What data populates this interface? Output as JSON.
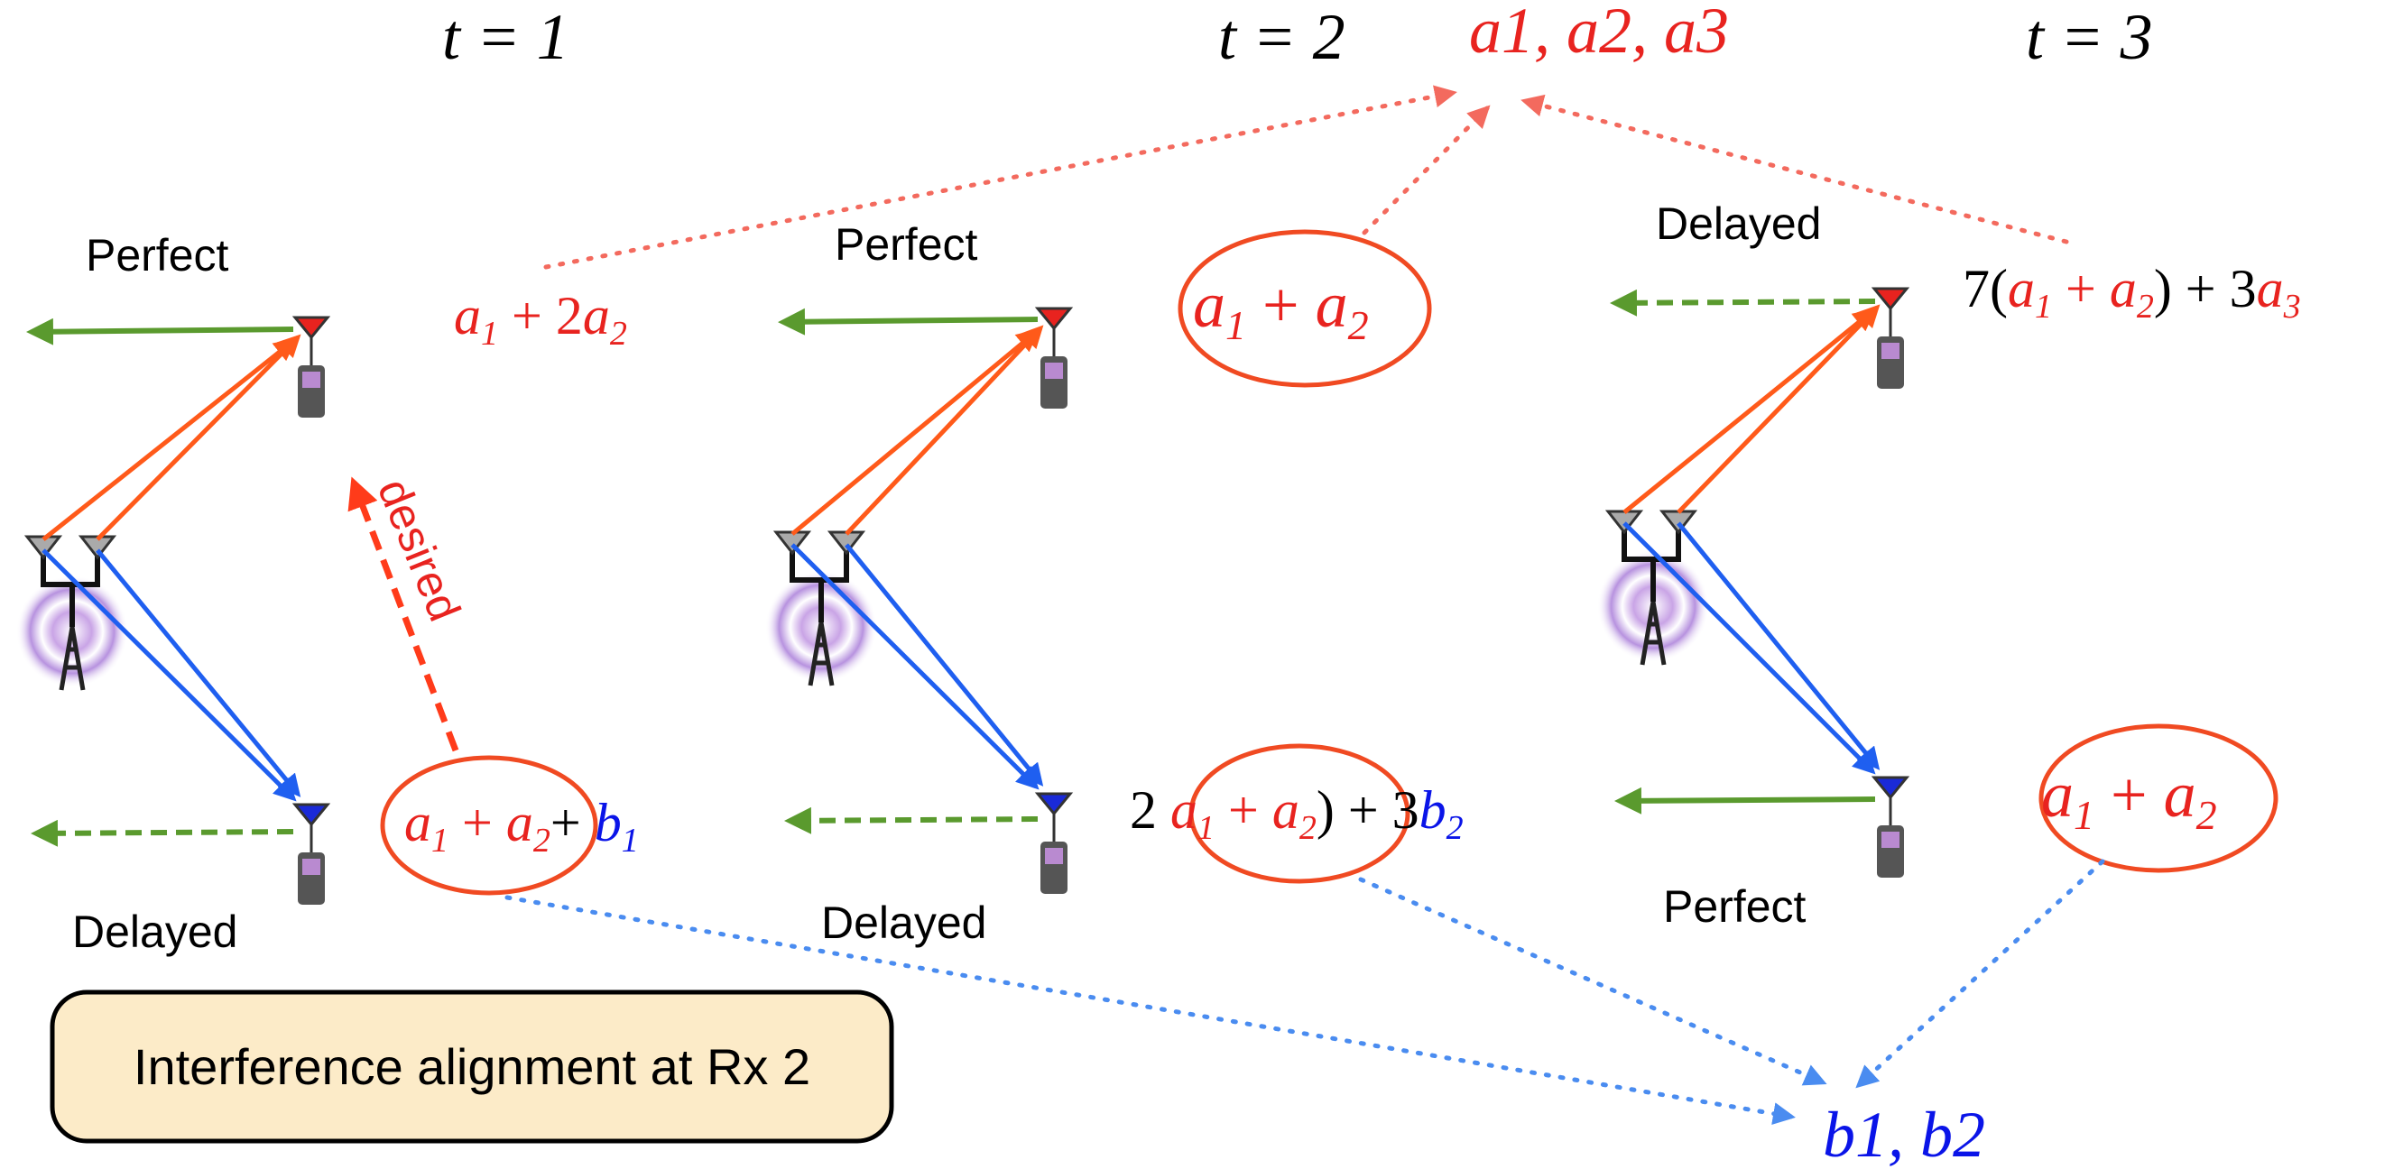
{
  "time_labels": [
    "t = 1",
    "t = 2",
    "t = 3"
  ],
  "top_set": "a1, a2, a3",
  "bottom_set": "b1, b2",
  "feedback": {
    "s1_top": "Perfect",
    "s1_bottom": "Delayed",
    "s2_top": "Perfect",
    "s2_bottom": "Delayed",
    "s3_top": "Delayed",
    "s3_bottom": "Perfect"
  },
  "desired_label": "desired",
  "info_box": "Interference alignment at Rx 2",
  "colors": {
    "red": "#e8231f",
    "blue": "#0a14e8",
    "orange": "#ff5a1a",
    "green": "#5a9a2e",
    "box_fill": "#fcebc8"
  }
}
